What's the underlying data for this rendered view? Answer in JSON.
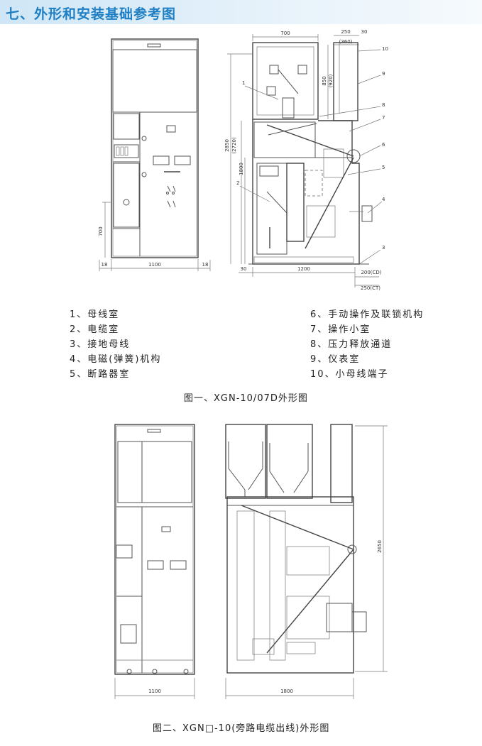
{
  "header": {
    "title": "七、外形和安装基础参考图"
  },
  "figure1": {
    "caption": "图一、XGN-10/07D外形图",
    "front_dims": {
      "width": "1100",
      "side_left": "18",
      "side_right": "18",
      "bottom_height": "700"
    },
    "side_dims": {
      "top_width": "700",
      "top_right_a": "250",
      "top_right_b": "30",
      "top_right_c": "(360)",
      "meter_h": "850",
      "meter_h2": "(920)",
      "total_h": "2850",
      "total_h2": "(2720)",
      "lower_h": "1800",
      "bottom_left": "30",
      "bottom_width": "1200",
      "cd": "200(CD)",
      "ct": "250(CT)"
    },
    "callouts": [
      "1",
      "2",
      "3",
      "4",
      "5",
      "6",
      "7",
      "8",
      "9",
      "10"
    ]
  },
  "legend": {
    "left": [
      "1、母线室",
      "2、电缆室",
      "3、接地母线",
      "4、电磁(弹簧)机构",
      "5、断路器室"
    ],
    "right": [
      "6、手动操作及联锁机构",
      "7、操作小室",
      "8、压力释放通道",
      "9、仪表室",
      "10、小母线端子"
    ]
  },
  "figure2": {
    "caption": "图二、XGN□-10(旁路电缆出线)外形图",
    "front_width": "1100",
    "side_width": "1800",
    "side_height": "2650"
  }
}
